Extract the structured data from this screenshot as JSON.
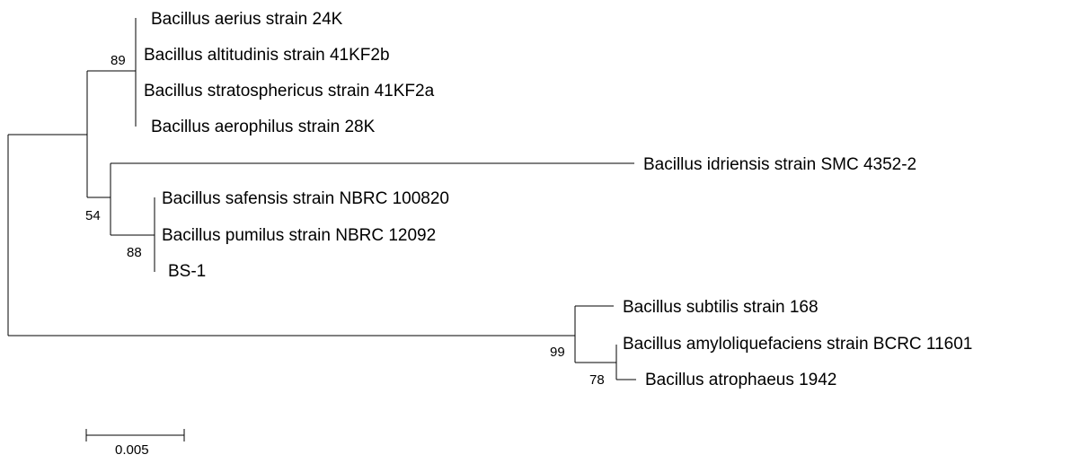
{
  "tree": {
    "taxa": [
      "Bacillus aerius strain 24K",
      "Bacillus altitudinis strain 41KF2b",
      "Bacillus stratosphericus strain 41KF2a",
      "Bacillus aerophilus strain 28K",
      "Bacillus idriensis strain SMC 4352-2",
      "Bacillus safensis strain NBRC 100820",
      "Bacillus pumilus strain NBRC 12092",
      "BS-1",
      "Bacillus subtilis strain 168",
      "Bacillus amyloliquefaciens strain BCRC 11601",
      "Bacillus atrophaeus 1942"
    ],
    "bootstrap_values": [
      "89",
      "54",
      "88",
      "99",
      "78"
    ]
  },
  "scale_bar": {
    "label": "0.005"
  }
}
